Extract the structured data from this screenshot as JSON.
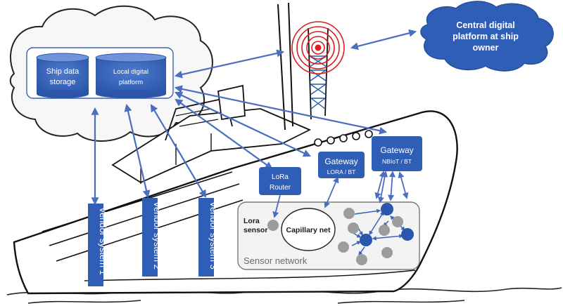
{
  "central_platform": {
    "line1": "Central digital",
    "line2": "platform at ship",
    "line3": "owner"
  },
  "onboard": {
    "ship_data_storage": {
      "line1": "Ship data",
      "line2": "storage"
    },
    "local_digital_platform": {
      "line1": "Local digital",
      "line2": "platform"
    }
  },
  "gateways": [
    {
      "title": "Gateway",
      "subtitle": "LORA / BT"
    },
    {
      "title": "Gateway",
      "subtitle": "NBIoT / BT"
    }
  ],
  "lora_router": {
    "line1": "LoRa",
    "line2": "Router"
  },
  "vendor_systems": [
    "Vendor system 1",
    "Vendor system 2",
    "Vendor system 3"
  ],
  "sensor_network": {
    "label": "Sensor network",
    "lora_sensor": {
      "line1": "Lora",
      "line2": "sensor"
    },
    "capillary_net": "Capillary net"
  },
  "colors": {
    "box_fill": "#2f5eb6",
    "box_stroke": "#1d3f82",
    "arrow": "#4a6fc0",
    "antenna": "#d81f1f",
    "sensor_grey": "#9c9c9c",
    "sensor_blue": "#2a56b0"
  }
}
